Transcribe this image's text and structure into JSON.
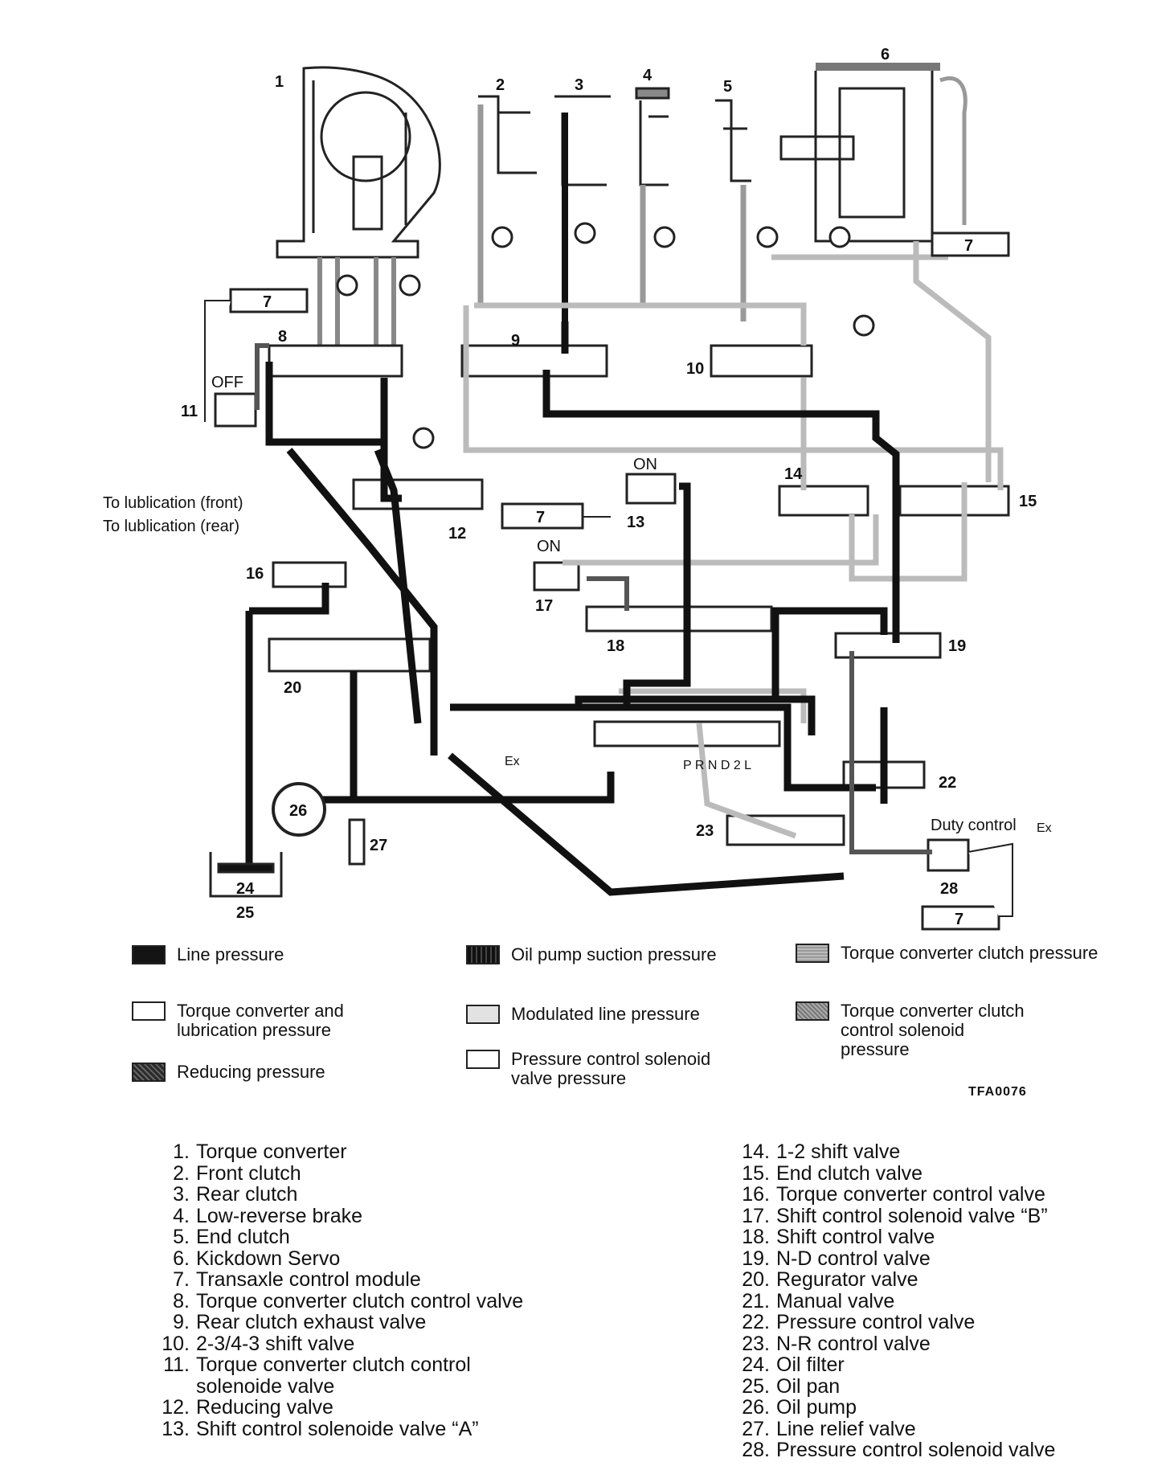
{
  "diagram": {
    "callouts": [
      "1",
      "2",
      "3",
      "4",
      "5",
      "6",
      "7",
      "7",
      "7",
      "7",
      "8",
      "9",
      "10",
      "11",
      "12",
      "13",
      "14",
      "15",
      "16",
      "17",
      "18",
      "19",
      "20",
      "22",
      "23",
      "24",
      "25",
      "26",
      "27",
      "28"
    ],
    "labels": {
      "off": "OFF",
      "on13": "ON",
      "on17": "ON",
      "to_front": "To lublication (front)",
      "to_rear": "To lublication (rear)",
      "duty": "Duty control",
      "prnd": "P R N D 2 L",
      "ex": "Ex"
    }
  },
  "legend": [
    {
      "label": "Line pressure",
      "swatch": "solid"
    },
    {
      "label": "Oil pump suction pressure",
      "swatch": "pump"
    },
    {
      "label": "Torque converter clutch pressure",
      "swatch": "grey"
    },
    {
      "label": "Torque converter and lubrication pressure",
      "swatch": "white"
    },
    {
      "label": "Modulated line pressure",
      "swatch": "light"
    },
    {
      "label": "Torque converter clutch control solenoid pressure",
      "swatch": "grey-dark"
    },
    {
      "label": "Reducing pressure",
      "swatch": "dark-hatch"
    },
    {
      "label": "Pressure control solenoid valve pressure",
      "swatch": "white"
    }
  ],
  "figure_code": "TFA0076",
  "parts_left": [
    {
      "n": "1.",
      "t": "Torque converter"
    },
    {
      "n": "2.",
      "t": "Front clutch"
    },
    {
      "n": "3.",
      "t": "Rear clutch"
    },
    {
      "n": "4.",
      "t": "Low-reverse brake"
    },
    {
      "n": "5.",
      "t": "End clutch"
    },
    {
      "n": "6.",
      "t": "Kickdown Servo"
    },
    {
      "n": "7.",
      "t": "Transaxle control module"
    },
    {
      "n": "8.",
      "t": "Torque converter clutch control valve"
    },
    {
      "n": "9.",
      "t": "Rear clutch exhaust valve"
    },
    {
      "n": "10.",
      "t": "2-3/4-3 shift valve"
    },
    {
      "n": "11.",
      "t": "Torque converter clutch control solenoide valve"
    },
    {
      "n": "12.",
      "t": "Reducing valve"
    },
    {
      "n": "13.",
      "t": "Shift control solenoide valve “A”"
    }
  ],
  "parts_right": [
    {
      "n": "14.",
      "t": "1-2 shift valve"
    },
    {
      "n": "15.",
      "t": "End clutch valve"
    },
    {
      "n": "16.",
      "t": "Torque converter control valve"
    },
    {
      "n": "17.",
      "t": "Shift control solenoid valve “B”"
    },
    {
      "n": "18.",
      "t": "Shift control valve"
    },
    {
      "n": "19.",
      "t": "N-D control valve"
    },
    {
      "n": "20.",
      "t": "Regurator valve"
    },
    {
      "n": "21.",
      "t": "Manual valve"
    },
    {
      "n": "22.",
      "t": "Pressure control valve"
    },
    {
      "n": "23.",
      "t": "N-R control valve"
    },
    {
      "n": "24.",
      "t": "Oil filter"
    },
    {
      "n": "25.",
      "t": "Oil pan"
    },
    {
      "n": "26.",
      "t": "Oil pump"
    },
    {
      "n": "27.",
      "t": "Line relief valve"
    },
    {
      "n": "28.",
      "t": "Pressure control solenoid valve"
    }
  ]
}
